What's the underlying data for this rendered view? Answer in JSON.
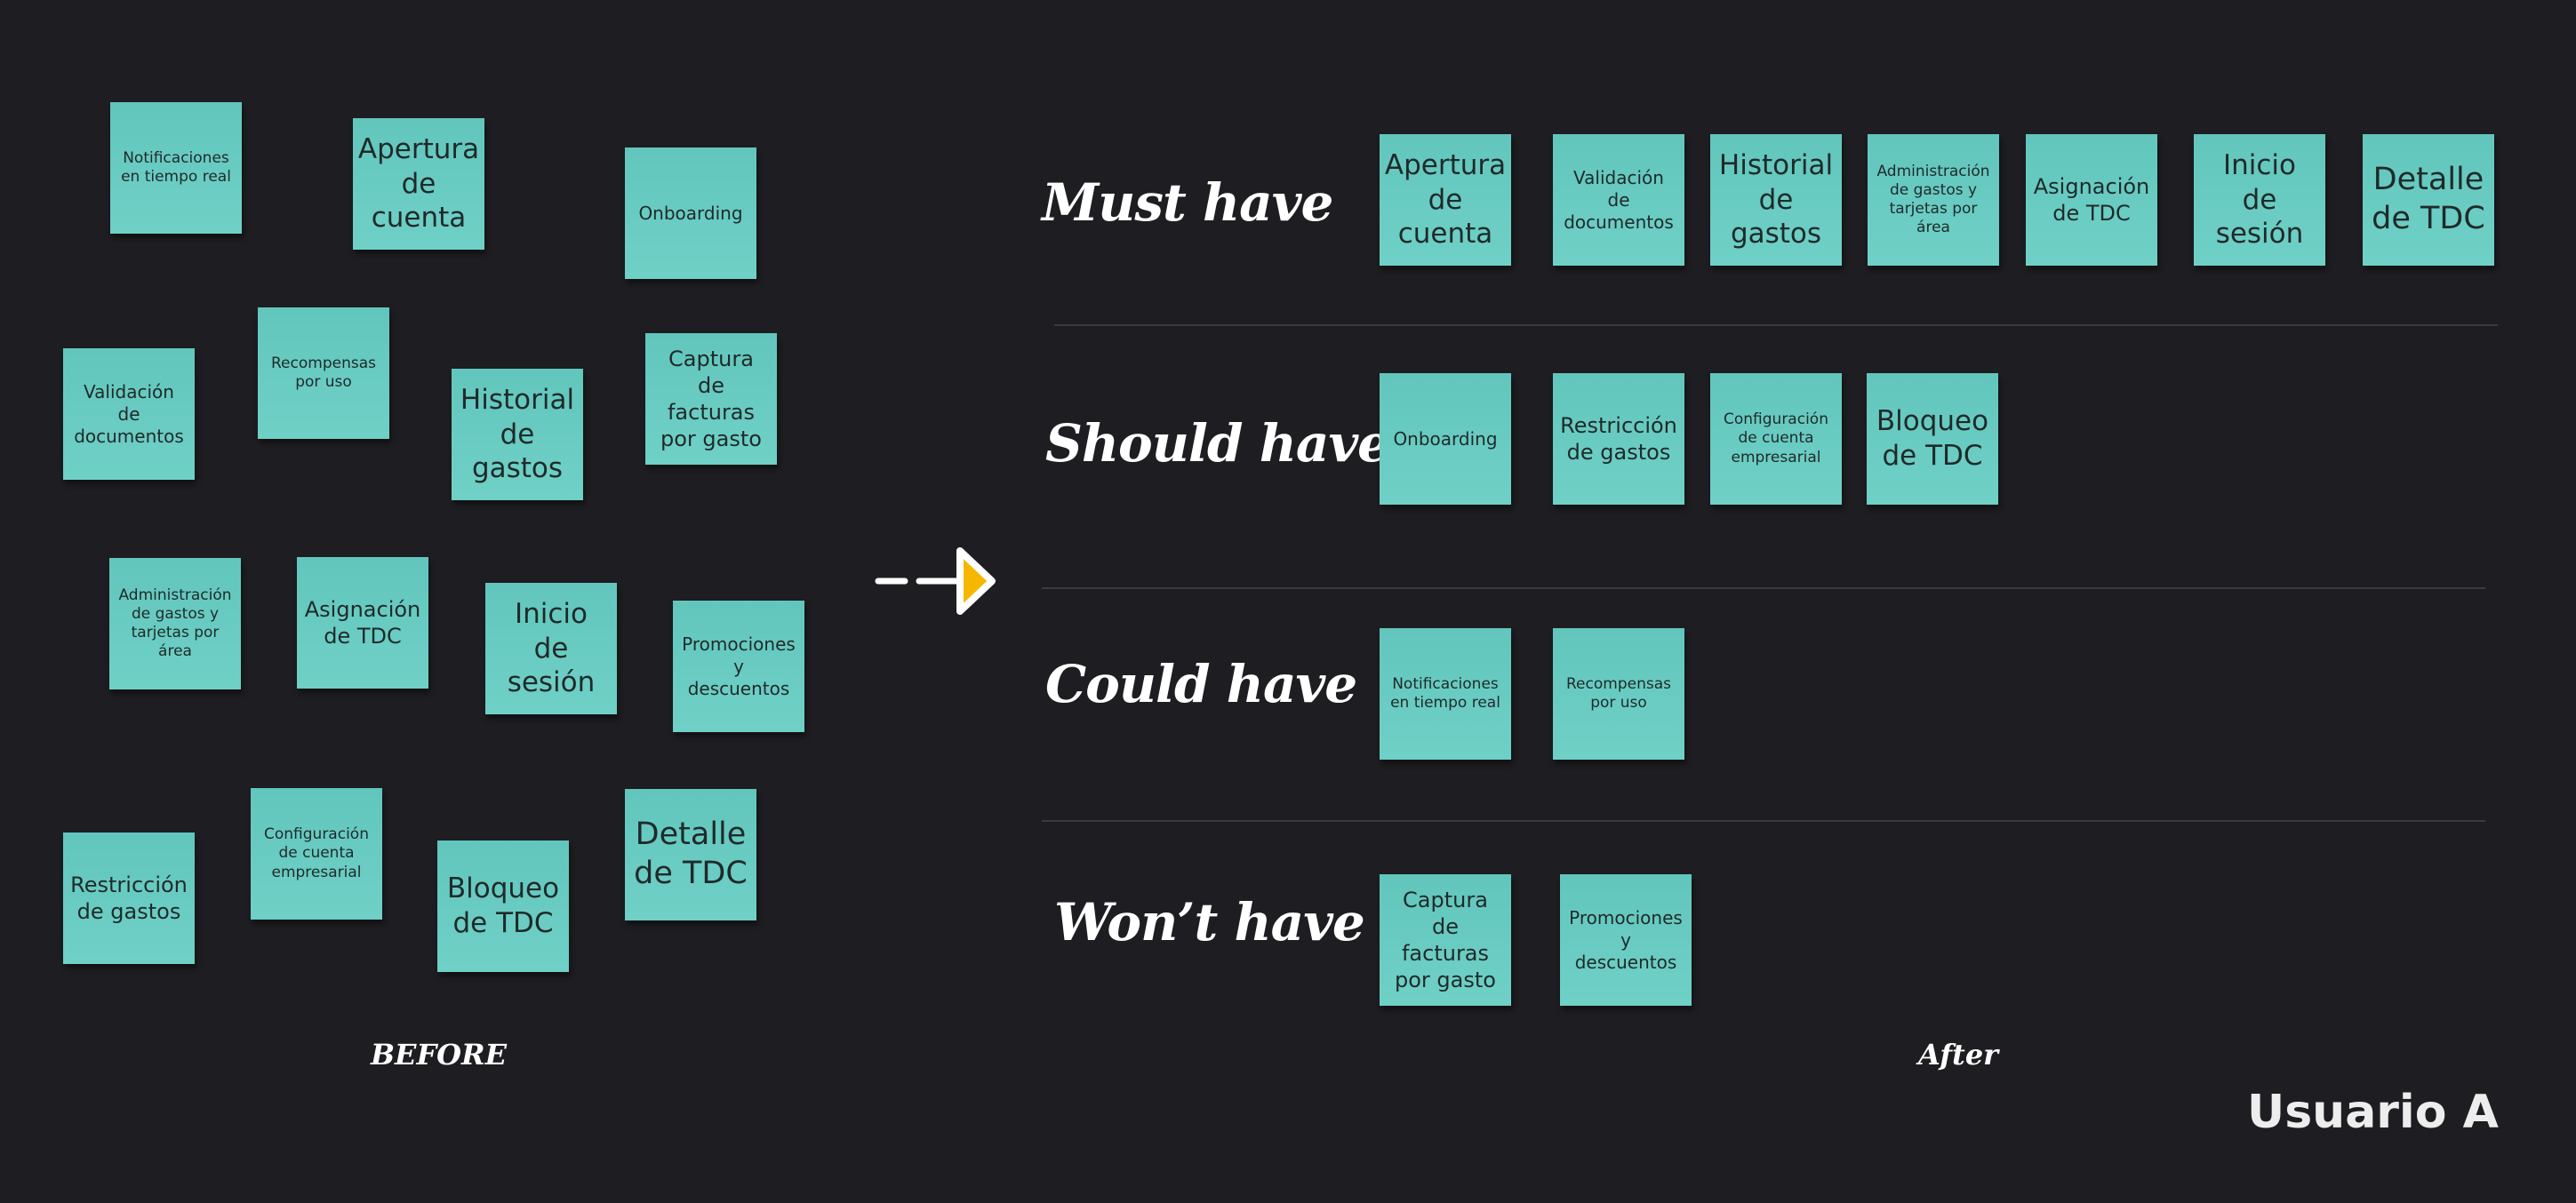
{
  "before": {
    "caption": "BEFORE",
    "notes": {
      "notificaciones": "Notificaciones en tiempo real",
      "apertura": "Apertura de cuenta",
      "onboarding": "Onboarding",
      "validacion": "Validación de documentos",
      "recompensas": "Recompensas por uso",
      "historial": "Historial de gastos",
      "captura": "Captura de facturas por gasto",
      "administracion": "Administración de gastos y tarjetas por área",
      "asignacion": "Asignación de TDC",
      "inicio": "Inicio de sesión",
      "promociones": "Promociones y descuentos",
      "restriccion": "Restricción de gastos",
      "configuracion": "Configuración de cuenta empresarial",
      "bloqueo": "Bloqueo de TDC",
      "detalle": "Detalle de TDC"
    }
  },
  "arrow": {
    "icon": "dashed-arrow-right-icon",
    "accent": "#f5b700"
  },
  "after": {
    "caption": "After",
    "rows": {
      "must": {
        "label": "Must have",
        "notes": [
          "Apertura de cuenta",
          "Validación de documentos",
          "Historial de gastos",
          "Administración de gastos y tarjetas por área",
          "Asignación de TDC",
          "Inicio de sesión",
          "Detalle de TDC"
        ]
      },
      "should": {
        "label": "Should have",
        "notes": [
          "Onboarding",
          "Restricción de gastos",
          "Configuración de cuenta empresarial",
          "Bloqueo de TDC"
        ]
      },
      "could": {
        "label": "Could have",
        "notes": [
          "Notificaciones en tiempo real",
          "Recompensas por uso"
        ]
      },
      "wont": {
        "label": "Won’t have",
        "notes": [
          "Captura de facturas por gasto",
          "Promociones y descuentos"
        ]
      }
    }
  },
  "user_label": "Usuario A",
  "colors": {
    "background": "#1e1e22",
    "sticky_note": "#6ccbc2",
    "divider": "#3a3a40",
    "text_light": "#ffffff"
  }
}
